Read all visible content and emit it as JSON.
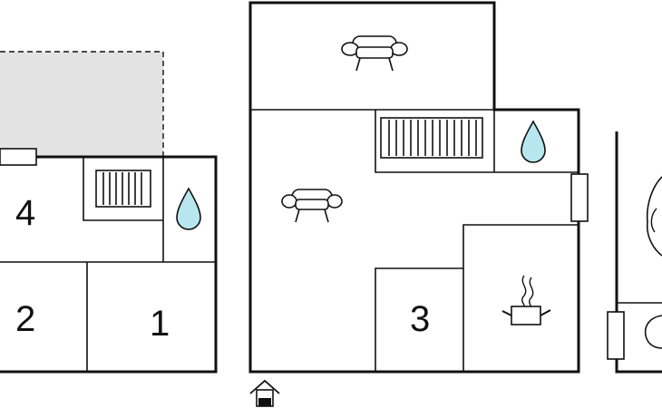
{
  "rooms": {
    "room_1": "1",
    "room_2": "2",
    "room_3": "3",
    "room_4": "4"
  },
  "icons": {
    "water": "water-drop-icon",
    "heater": "radiator-icon",
    "sofa": "sofa-icon",
    "cooking": "cooking-pot-icon",
    "entrance": "entrance-icon"
  },
  "colors": {
    "walls": "#111111",
    "terrace_fill": "#e3e3e3",
    "water_fill": "#b8e6ee"
  }
}
